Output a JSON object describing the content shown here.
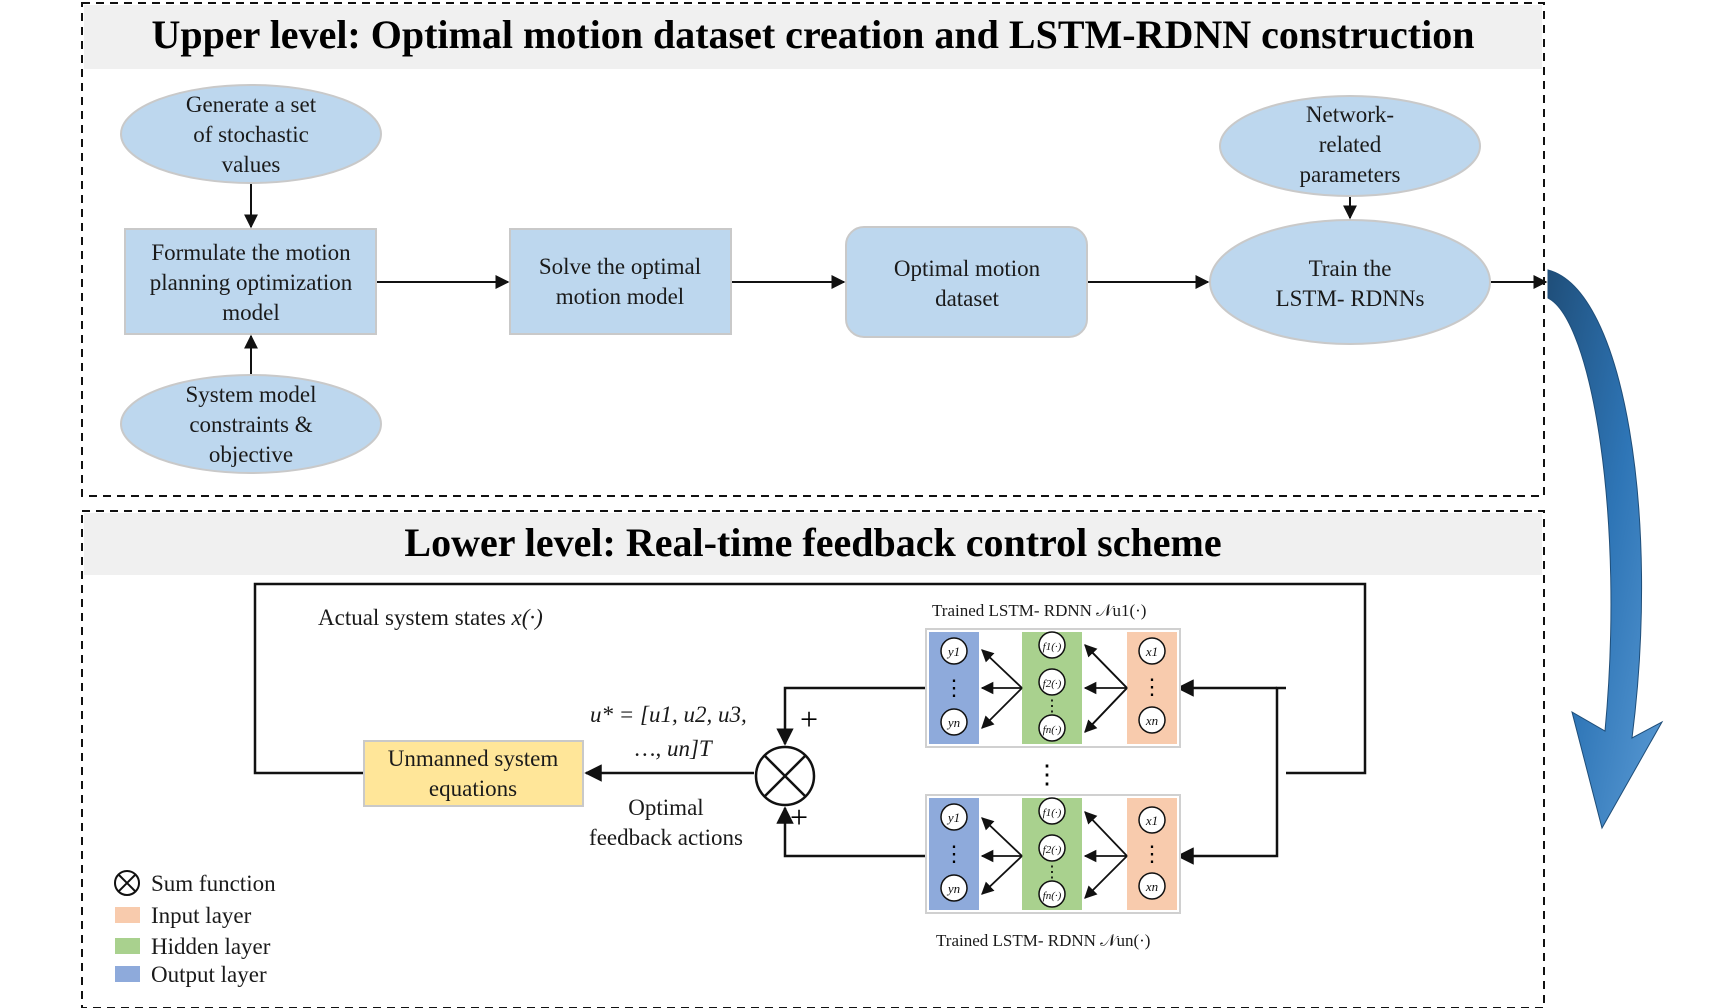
{
  "upper": {
    "title": "Upper level: Optimal motion dataset creation and LSTM-RDNN construction",
    "stochastic": [
      "Generate a set",
      "of stochastic",
      "values"
    ],
    "formulate": [
      "Formulate the motion",
      "planning optimization",
      "model"
    ],
    "system_model": [
      "System model",
      "constraints &",
      "objective"
    ],
    "solve": [
      "Solve the optimal",
      "motion model"
    ],
    "dataset": [
      "Optimal motion",
      "dataset"
    ],
    "network_params": [
      "Network-",
      "related",
      "parameters"
    ],
    "train": [
      "Train the",
      "LSTM- RDNNs"
    ]
  },
  "lower": {
    "title": "Lower level: Real-time feedback control scheme",
    "actual_states_text": "Actual system states ",
    "actual_states_var": "x(·)",
    "unmanned": [
      "Unmanned system",
      "equations"
    ],
    "optimal_feedback": [
      "Optimal",
      "feedback actions"
    ],
    "u_line1": "u* = [u1, u2, u3,",
    "u_line2": "…, un]T",
    "plus_top": "+",
    "plus_bottom": "+",
    "trained_top": "Trained LSTM- RDNN 𝒩u1(·)",
    "trained_bottom": "Trained LSTM- RDNN 𝒩un(·)",
    "vdots": "⋮",
    "nodes": {
      "y1": "y1",
      "yn": "yn",
      "f1": "f1(·)",
      "f2": "f2(·)",
      "fn": "fn(·)",
      "x1": "x1",
      "xn": "xn"
    }
  },
  "legend": {
    "sum": "Sum function",
    "input": "Input layer",
    "hidden": "Hidden layer",
    "output": "Output layer"
  },
  "colors": {
    "ellipse_fill": "#bdd7ee",
    "box_fill": "#bdd7ee",
    "header_fill": "#f0f0f0",
    "unmanned_fill": "#ffe699",
    "input_layer": "#f8cbad",
    "hidden_layer": "#a9d18e",
    "output_layer": "#8eaadb",
    "big_arrow": "#2e75b6"
  }
}
